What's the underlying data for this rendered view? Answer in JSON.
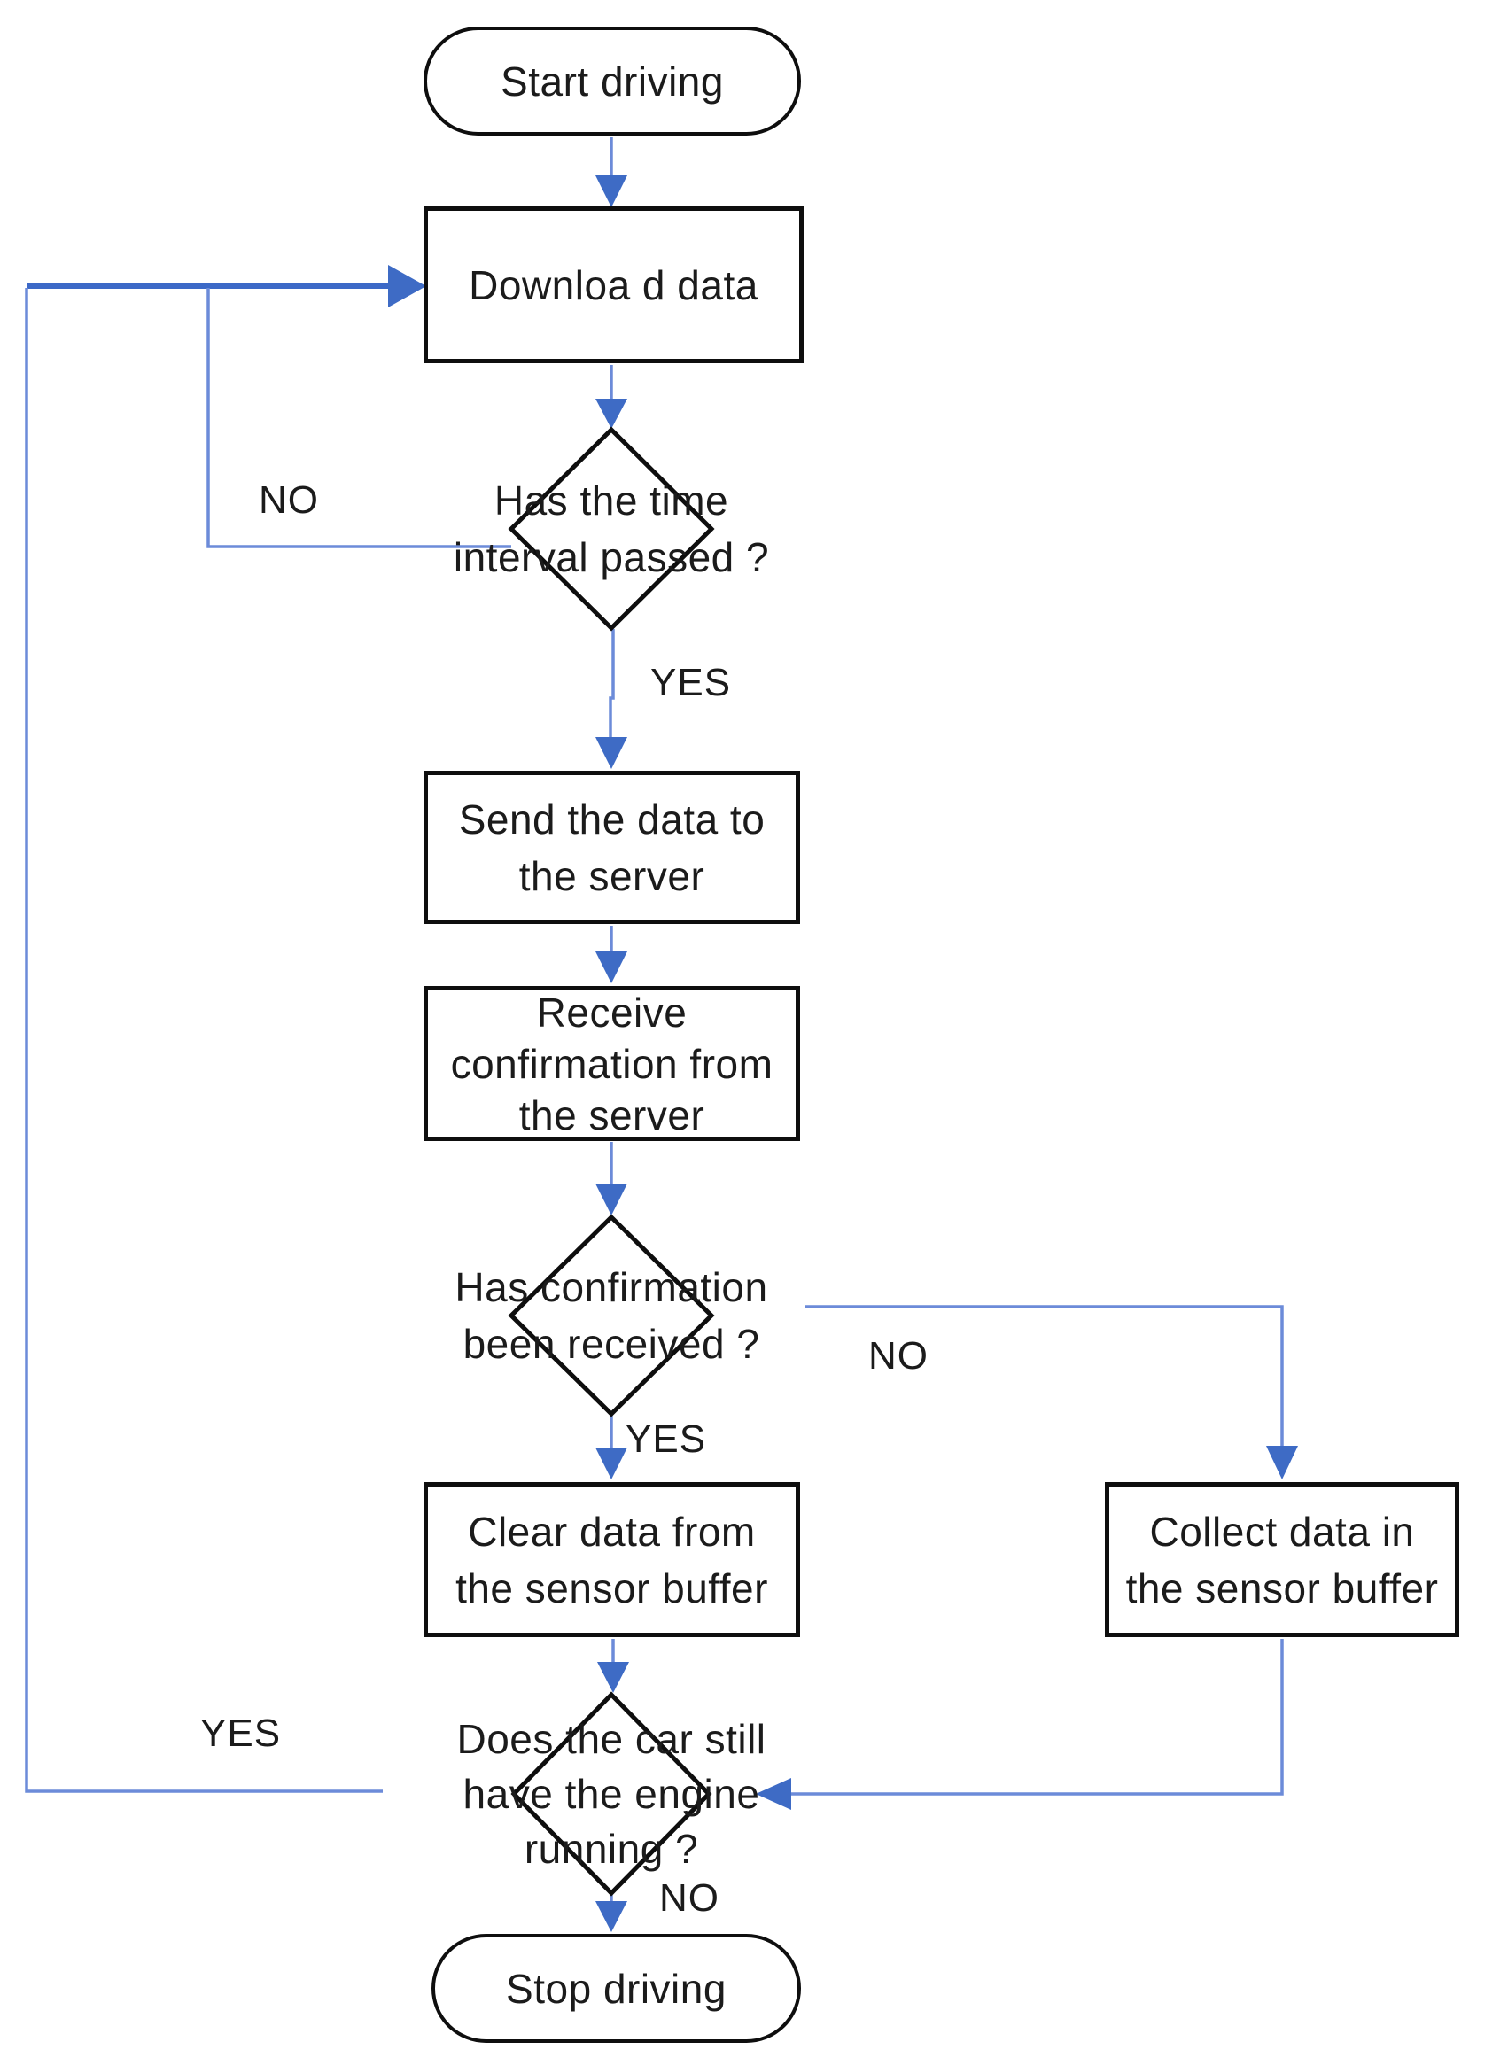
{
  "diagram": {
    "type": "flowchart",
    "nodes": {
      "start": {
        "shape": "terminator",
        "lines": [
          "Start driving"
        ]
      },
      "download": {
        "shape": "process",
        "lines": [
          "Downloa d data"
        ]
      },
      "time_decision": {
        "shape": "decision",
        "lines": [
          "Has the time",
          "interval passed ?"
        ]
      },
      "send": {
        "shape": "process",
        "lines": [
          "Send the data to",
          "the server"
        ]
      },
      "receive": {
        "shape": "process",
        "lines": [
          "Receive",
          "confirmation from",
          "the server"
        ]
      },
      "confirm_decision": {
        "shape": "decision",
        "lines": [
          "Has confirmation",
          "been received ?"
        ]
      },
      "clear": {
        "shape": "process",
        "lines": [
          "Clear data from",
          "the sensor buffer"
        ]
      },
      "collect": {
        "shape": "process",
        "lines": [
          "Collect data in",
          "the sensor buffer"
        ]
      },
      "engine_decision": {
        "shape": "decision",
        "lines": [
          "Does the car still",
          "have the engine",
          "running ?"
        ]
      },
      "stop": {
        "shape": "terminator",
        "lines": [
          "Stop driving"
        ]
      }
    },
    "edge_labels": {
      "time_no": "NO",
      "time_yes": "YES",
      "confirm_no": "NO",
      "confirm_yes": "YES",
      "engine_yes": "YES",
      "engine_no": "NO"
    },
    "edges": [
      {
        "from": "start",
        "to": "download",
        "label": ""
      },
      {
        "from": "download",
        "to": "time_decision",
        "label": ""
      },
      {
        "from": "time_decision",
        "to": "download",
        "label": "NO"
      },
      {
        "from": "time_decision",
        "to": "send",
        "label": "YES"
      },
      {
        "from": "send",
        "to": "receive",
        "label": ""
      },
      {
        "from": "receive",
        "to": "confirm_decision",
        "label": ""
      },
      {
        "from": "confirm_decision",
        "to": "collect",
        "label": "NO"
      },
      {
        "from": "confirm_decision",
        "to": "clear",
        "label": "YES"
      },
      {
        "from": "clear",
        "to": "engine_decision",
        "label": ""
      },
      {
        "from": "collect",
        "to": "engine_decision",
        "label": ""
      },
      {
        "from": "engine_decision",
        "to": "download",
        "label": "YES"
      },
      {
        "from": "engine_decision",
        "to": "stop",
        "label": "NO"
      }
    ],
    "colors": {
      "connector": "#6c8bd9",
      "connector-strong": "#3c69c7",
      "arrowhead": "#3e6bc5",
      "shape-border": "#0e0e0e",
      "text": "#1b1b1b",
      "background": "#ffffff"
    }
  }
}
